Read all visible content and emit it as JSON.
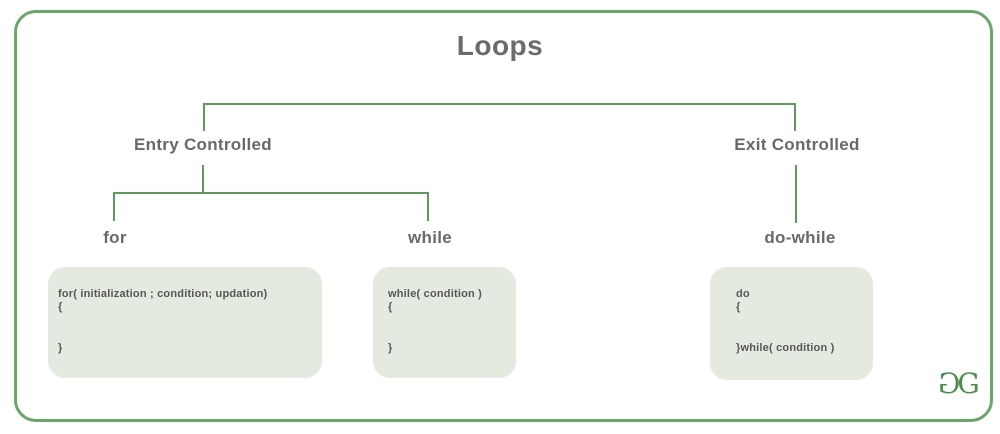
{
  "title": "Loops",
  "tree": {
    "entry": {
      "label": "Entry Controlled",
      "children": [
        {
          "label": "for",
          "code": "for( initialization ; condition; updation)\n{\n\n\n}"
        },
        {
          "label": "while",
          "code": "while( condition )\n{\n\n\n}"
        }
      ]
    },
    "exit": {
      "label": "Exit Controlled",
      "children": [
        {
          "label": "do-while",
          "code": "do\n{\n\n\n}while( condition )"
        }
      ]
    }
  },
  "logo": {
    "letter": "G"
  },
  "colors": {
    "accent_green": "#5d9b5d",
    "frame_green": "#6aa56a",
    "code_box_background": "#e4eae0",
    "label_gray": "#696969",
    "code_text_gray": "#575757",
    "logo_green": "#4e8f4e"
  }
}
